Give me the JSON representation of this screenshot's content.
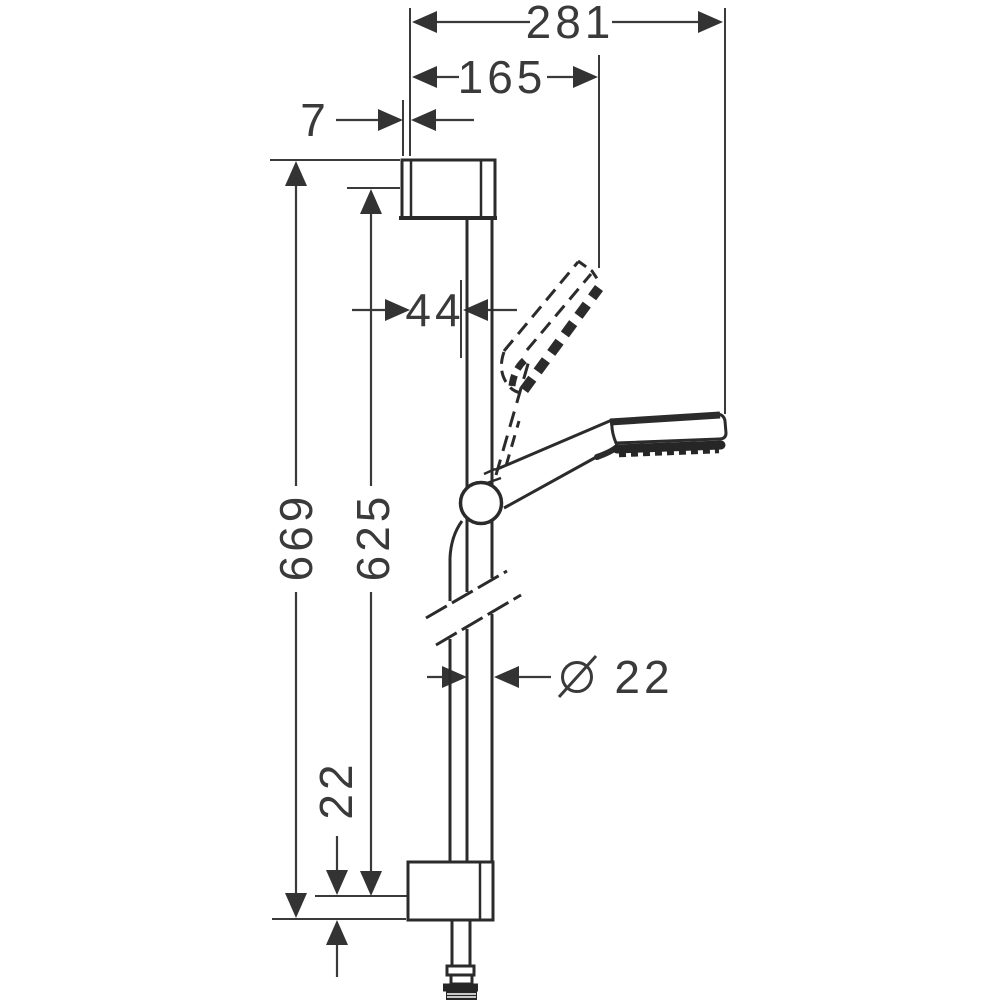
{
  "drawing": {
    "subject": "shower-slide-bar-dimensional-drawing",
    "unit": "mm",
    "colors": {
      "background": "#ffffff",
      "object_line": "#2b2b2b",
      "dimension_line": "#3a3a3a",
      "text": "#3a3a3a"
    },
    "dims": {
      "total_depth": "281",
      "head_depth": "165",
      "plate_offset": "7",
      "bar_offset": "44",
      "bar_length": "669",
      "hole_spacing": "625",
      "bottom_hole_offset": "22",
      "bar_diameter_value": "22",
      "bar_diameter_symbol": "diameter"
    }
  }
}
